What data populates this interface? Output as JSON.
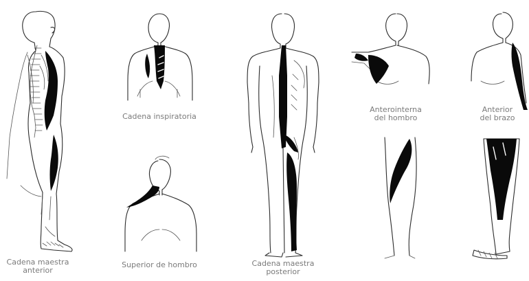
{
  "captions": {
    "anterior": {
      "line1": "Cadena maestra",
      "line2": "anterior"
    },
    "inspiratoria": {
      "line1": "Cadena inspiratoria"
    },
    "superior_hombro": {
      "line1": "Superior de hombro"
    },
    "posterior": {
      "line1": "Cadena maestra",
      "line2": "posterior"
    },
    "anterointerna": {
      "line1": "Anterointerna",
      "line2": "del hombro"
    },
    "anterior_brazo": {
      "line1": "Anterior",
      "line2": "del brazo"
    }
  },
  "colors": {
    "ink": "#0a0a0a",
    "caption": "#7a7a7a",
    "background": "#ffffff"
  }
}
